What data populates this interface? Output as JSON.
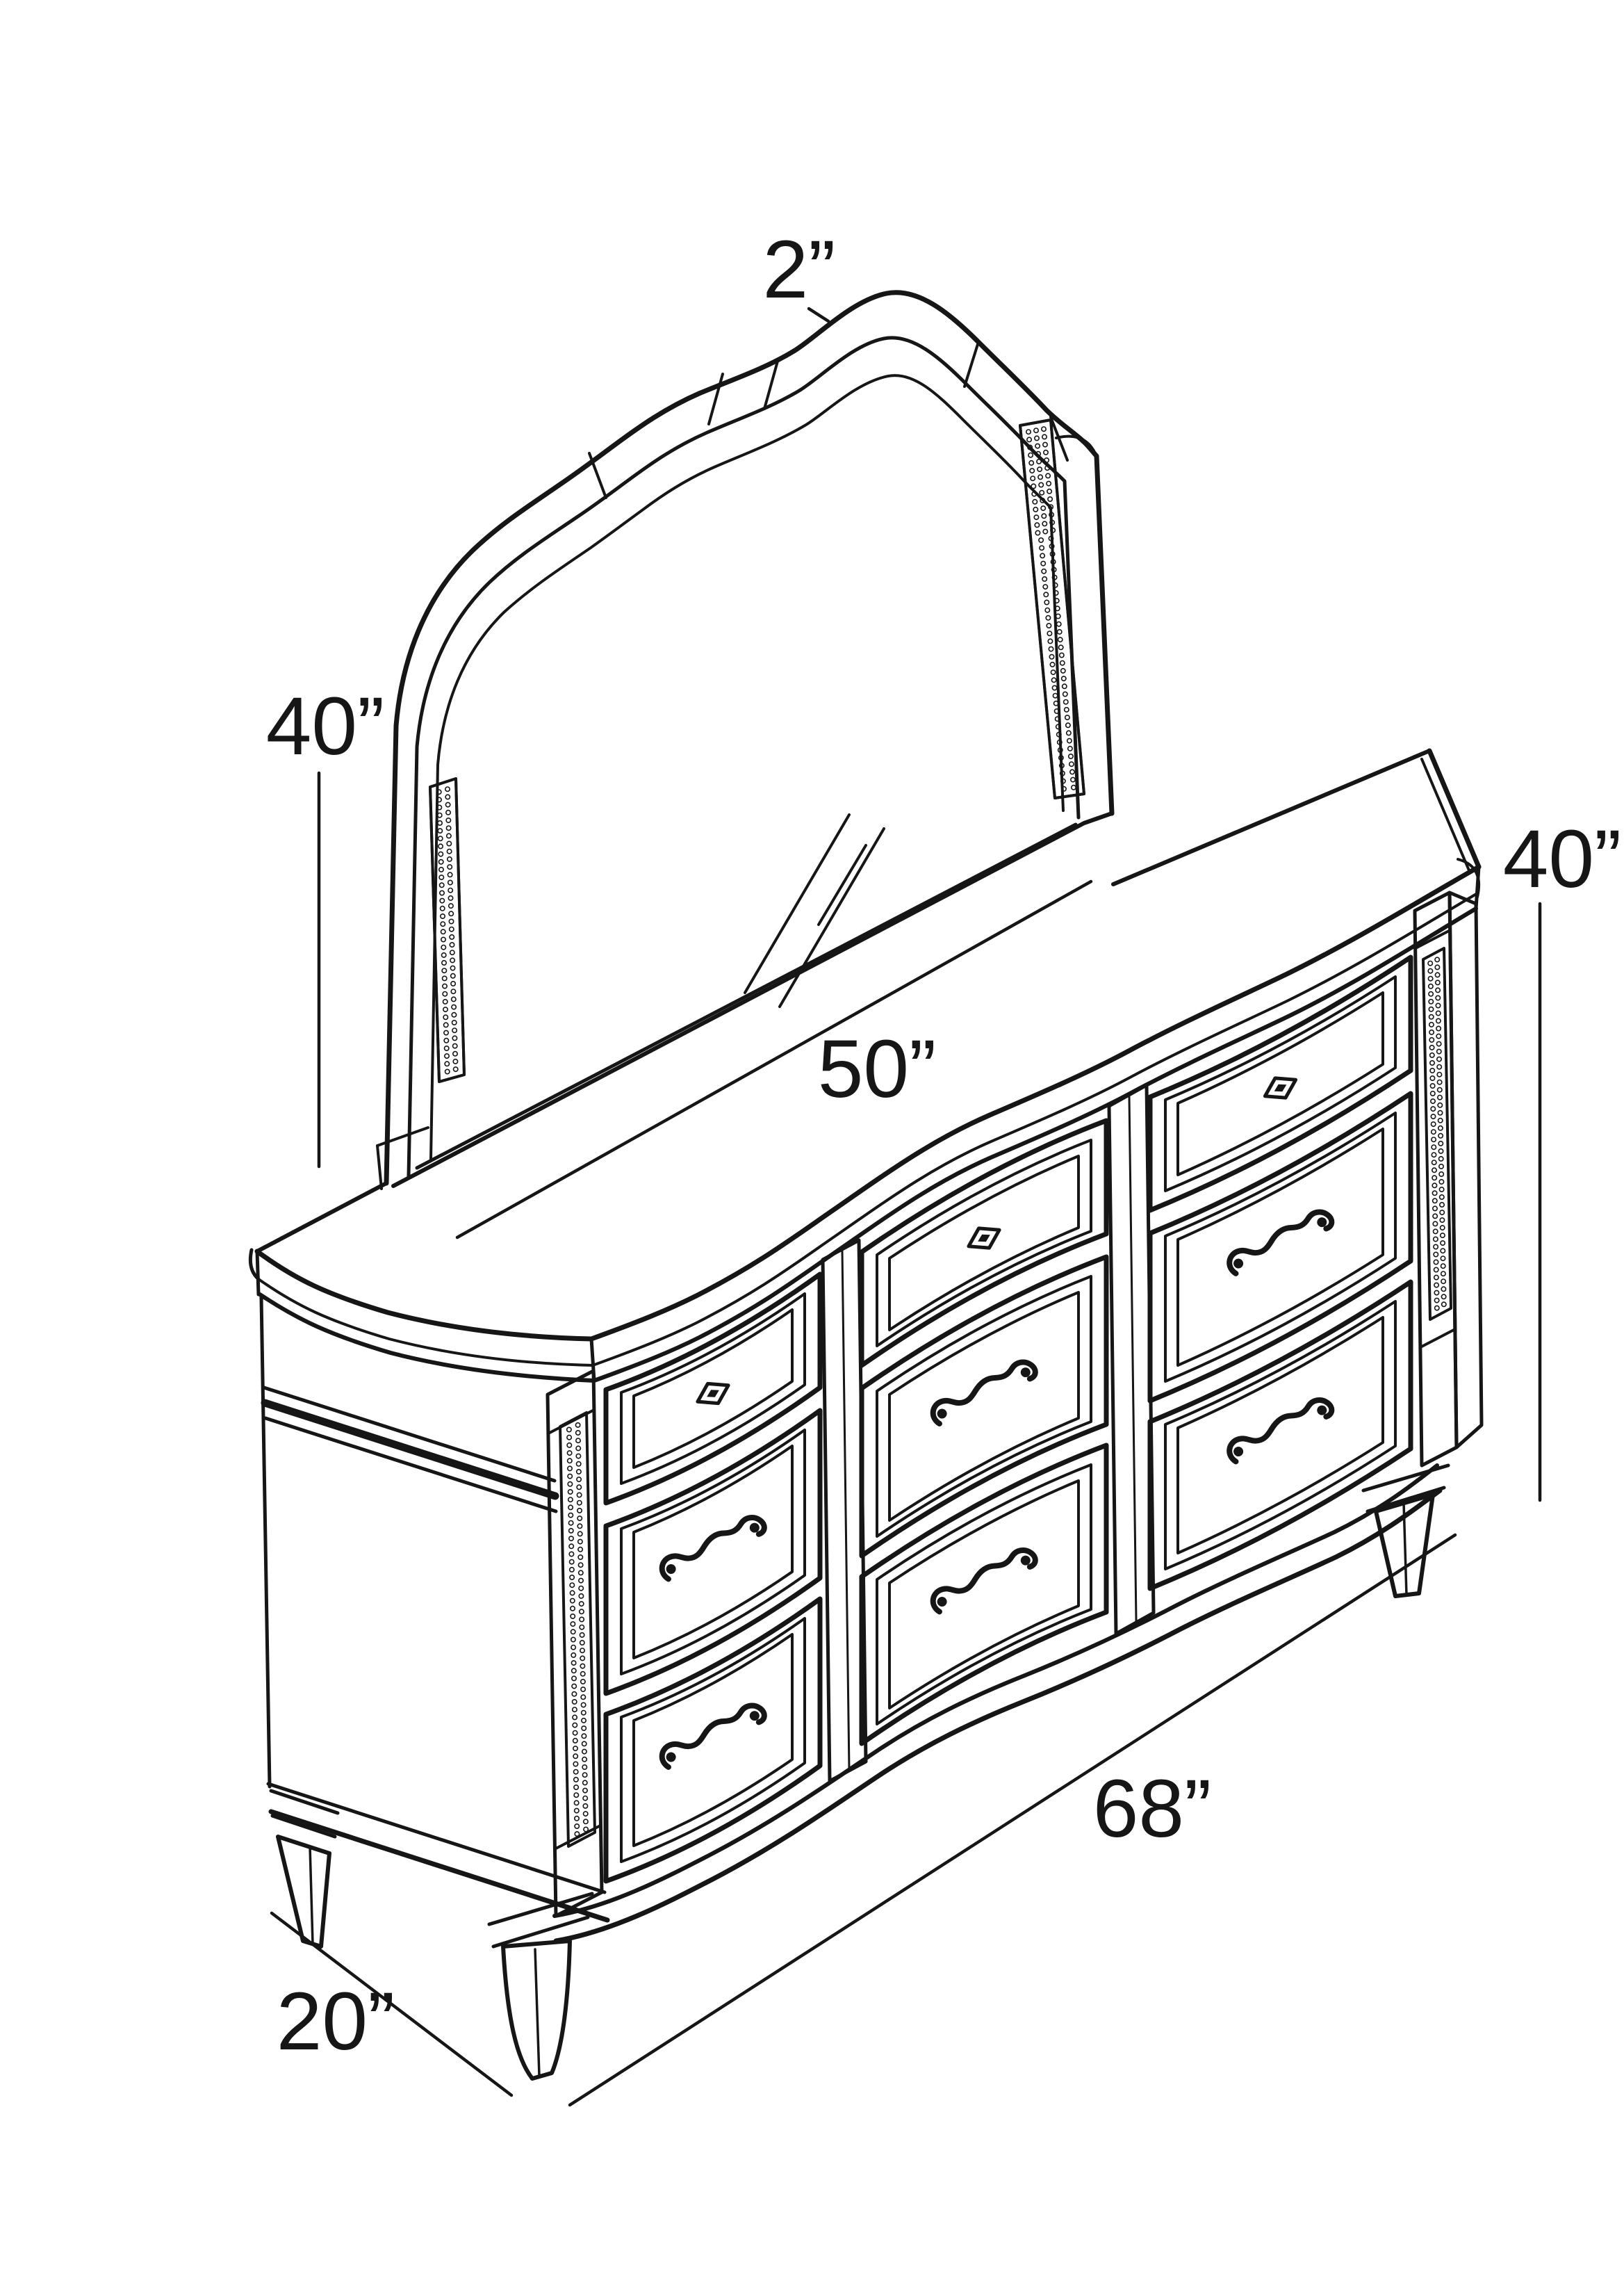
{
  "colors": {
    "background": "#ffffff",
    "ink": "#161616"
  },
  "diagram": {
    "subject": "dresser-with-mirror-dimension-drawing",
    "labels": {
      "mirror_frame_depth": "2”",
      "mirror_height": "40”",
      "mirror_width": "50”",
      "dresser_height": "40”",
      "dresser_length": "68”",
      "dresser_depth": "20”"
    }
  }
}
